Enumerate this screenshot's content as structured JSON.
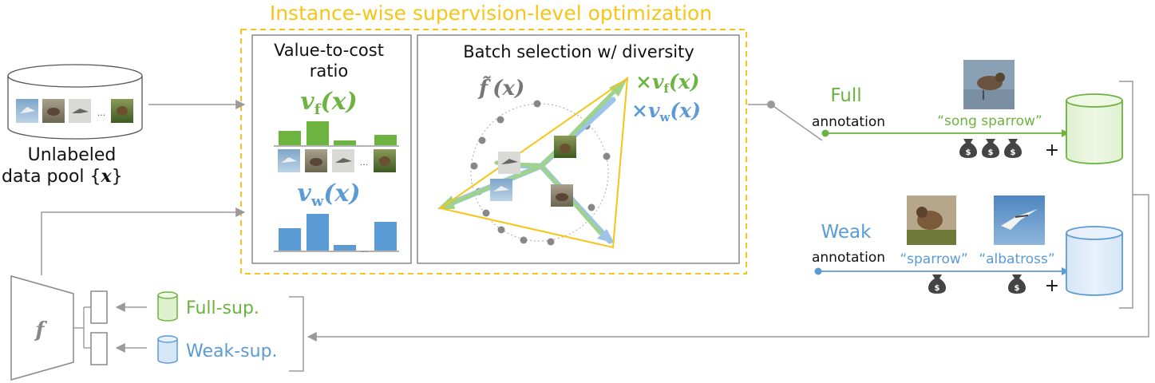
{
  "title": "Instance-wise supervision-level optimization",
  "pool": {
    "line1": "Unlabeled",
    "line2": "data pool {",
    "var": "x",
    "close": "}",
    "ellipsis": "..."
  },
  "value_panel": {
    "title_line1": "Value-to-cost",
    "title_line2": "ratio",
    "vf_base": "v",
    "vf_sub": "f",
    "vf_arg": "(x)",
    "vw_base": "v",
    "vw_sub": "w",
    "vw_arg": "(x)",
    "ellipsis": "..."
  },
  "batch_panel": {
    "title": "Batch selection w/ diversity",
    "ftilde": "f̃",
    "ftilde_arg": "(x)",
    "mult_f": "×v",
    "mult_f_sub": "f",
    "mult_f_arg": "(x)",
    "mult_w": "×v",
    "mult_w_sub": "w",
    "mult_w_arg": "(x)"
  },
  "full": {
    "label": "Full",
    "annotation": "annotation",
    "quote": "“song sparrow”",
    "plus": "+"
  },
  "weak": {
    "label": "Weak",
    "annotation": "annotation",
    "quote1": "“sparrow”",
    "quote2": "“albatross”",
    "plus": "+"
  },
  "model": {
    "f": "f",
    "full_sup": "Full-sup.",
    "weak_sup": "Weak-sup."
  },
  "icons": {
    "money": "$"
  },
  "colors": {
    "title_yellow": "#f5c518",
    "green": "#6db33f",
    "blue": "#5b9bd5",
    "gray": "#9a9a9a",
    "dark": "#333333"
  }
}
